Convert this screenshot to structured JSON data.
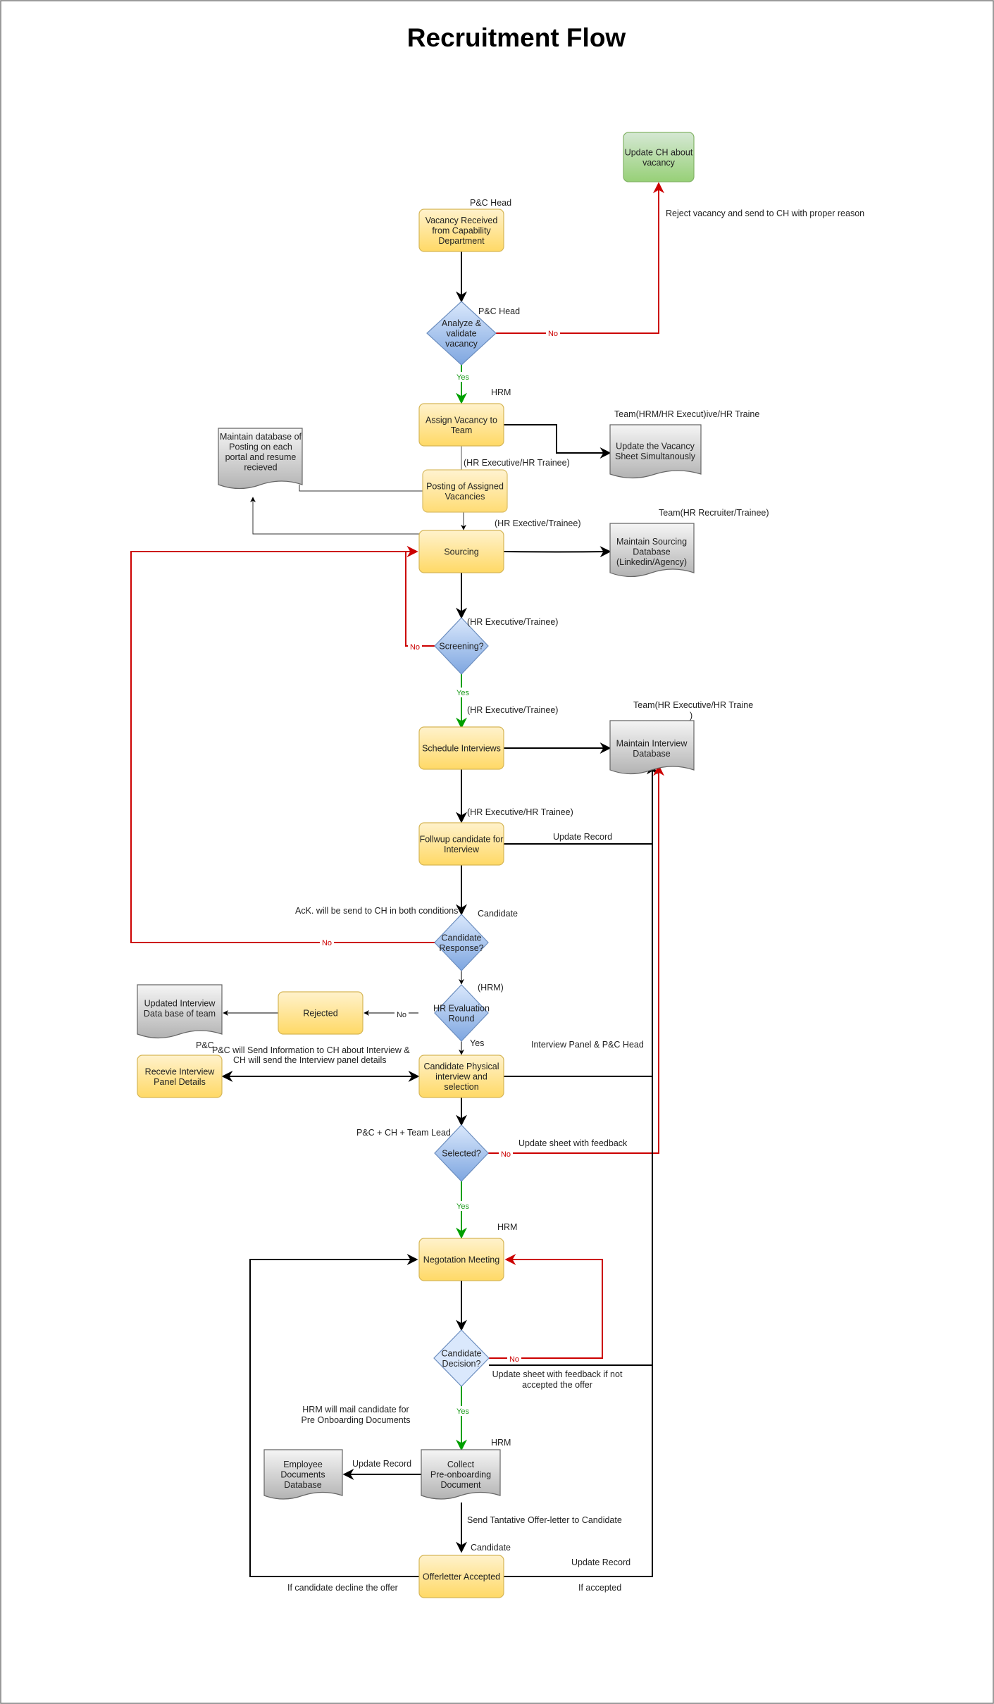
{
  "title": "Recruitment Flow",
  "nodes": {
    "update_ch": [
      "Update CH about",
      "vacancy"
    ],
    "vacancy_received": [
      "Vacancy Received",
      "from Capability",
      "Department"
    ],
    "analyze": [
      "Analyze &",
      "validate",
      "vacancy"
    ],
    "assign_vacancy": [
      "Assign Vacancy to",
      "Team"
    ],
    "update_sheet": [
      "Update the Vacancy",
      "Sheet Simultanously"
    ],
    "maintain_posting_db": [
      "Maintain database of",
      "Posting on each",
      "portal and resume",
      "recieved"
    ],
    "posting": [
      "Posting of Assigned",
      "Vacancies"
    ],
    "sourcing": [
      "Sourcing"
    ],
    "sourcing_db": [
      "Maintain Sourcing",
      "Database",
      "(Linkedin/Agency)"
    ],
    "screening": [
      "Screening?"
    ],
    "schedule": [
      "Schedule Interviews"
    ],
    "interview_db": [
      "Maintain Interview",
      "Database"
    ],
    "followup": [
      "Follwup candidate for",
      "Interview"
    ],
    "candidate_response": [
      "Candidate",
      "Response?"
    ],
    "hr_eval": [
      "HR Evaluation",
      "Round"
    ],
    "rejected": [
      "Rejected"
    ],
    "updated_db": [
      "Updated Interview",
      "Data base of team"
    ],
    "physical": [
      "Candidate Physical",
      "interview and",
      "selection"
    ],
    "receive_panel": [
      "Recevie Interview",
      "Panel Details"
    ],
    "selected": [
      "Selected?"
    ],
    "negotiation": [
      "Negotation Meeting"
    ],
    "decision": [
      "Candidate",
      "Decision?"
    ],
    "collect": [
      "Collect",
      "Pre-onboarding",
      "Document"
    ],
    "emp_docs": [
      "Employee",
      "Documents",
      "Database"
    ],
    "offer": [
      "Offerletter Accepted"
    ]
  },
  "labels": {
    "pc_head_1": "P&C Head",
    "pc_head_2": "P&C Head",
    "reject_vacancy": "Reject vacancy and send to CH with proper reason",
    "hrm_1": "HRM",
    "team_hrm": "Team(HRM/HR Execut)ive/HR Traine",
    "hr_exec_trainee_1": "(HR Executive/HR Trainee)",
    "hr_exective_trainee_1": "(HR Exective/Trainee)",
    "team_recruiter": "Team(HR Recruiter/Trainee)",
    "hr_exec_trainee_2": "(HR Executive/Trainee)",
    "hr_exec_trainee_3": "(HR Executive/Trainee)",
    "team_hr_exec_a": "Team(HR Executive/HR Traine",
    "team_hr_exec_b": ")",
    "hr_exec_trainee_4": "(HR Executive/HR Trainee)",
    "update_record_1": "Update Record",
    "ack": "AcK. will be send to CH in both conditions",
    "candidate_1": "Candidate",
    "hrm_paren": "(HRM)",
    "pc": "P&C",
    "pc_send_a": "P&C will Send Information to CH about Interview &",
    "pc_send_b": "CH will send the Interview panel details",
    "interview_panel": "Interview Panel & P&C Head",
    "pc_ch_lead": "P&C + CH + Team Lead",
    "update_sheet_feedback": "Update sheet with feedback",
    "hrm_2": "HRM",
    "update_sheet_feedback_a": "Update sheet with feedback if not",
    "update_sheet_feedback_b": "accepted the offer",
    "hrm_mail_a": "HRM  will mail candidate for",
    "hrm_mail_b": "Pre Onboarding Documents",
    "hrm_3": "HRM",
    "update_record_2": "Update Record",
    "send_offer": "Send Tantative Offer-letter to Candidate",
    "candidate_2": "Candidate",
    "update_record_3": "Update Record",
    "if_decline": "If candidate decline the offer",
    "if_accepted": "If accepted"
  },
  "edge_labels": {
    "no": "No",
    "yes": "Yes"
  },
  "colors": {
    "yellow_fill_top": "#fff2cc",
    "yellow_fill_bottom": "#ffd966",
    "yellow_stroke": "#d6b656",
    "blue_fill_top": "#dae8fc",
    "blue_fill_bottom": "#7ea6e0",
    "blue_stroke": "#6c8ebf",
    "gray_fill_top": "#f5f5f5",
    "gray_fill_bottom": "#b3b3b3",
    "gray_stroke": "#666666",
    "green_fill_top": "#d5e8d4",
    "green_fill_bottom": "#97d077",
    "green_stroke": "#82b366",
    "red_edge": "#cc0000",
    "green_edge": "#00a000",
    "black_edge": "#000000"
  }
}
